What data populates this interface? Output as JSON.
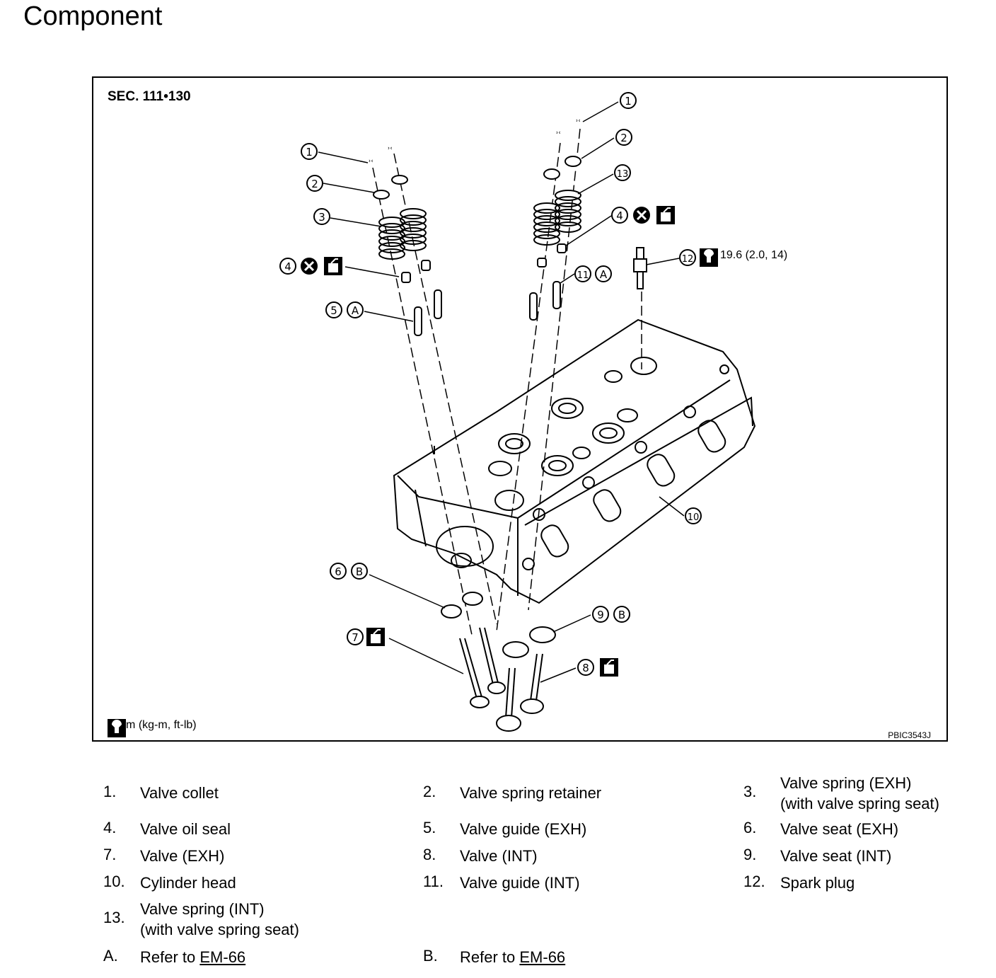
{
  "page": {
    "title": "Component"
  },
  "figure": {
    "section": "SEC. 111•130",
    "torque_key_text": ": N•m (kg-m, ft-lb)",
    "figure_code": "PBIC3543J",
    "spark_plug_torque": "19.6 (2.0, 14)",
    "callouts": [
      "1",
      "2",
      "3",
      "4",
      "5",
      "6",
      "7",
      "8",
      "9",
      "10",
      "11",
      "12",
      "13",
      "A",
      "B"
    ]
  },
  "legend": {
    "items": [
      {
        "num": "1.",
        "line1": "Valve collet"
      },
      {
        "num": "2.",
        "line1": "Valve spring retainer"
      },
      {
        "num": "3.",
        "line1": "Valve spring (EXH)",
        "line2": "(with valve spring seat)"
      },
      {
        "num": "4.",
        "line1": "Valve oil seal"
      },
      {
        "num": "5.",
        "line1": "Valve guide (EXH)"
      },
      {
        "num": "6.",
        "line1": "Valve seat (EXH)"
      },
      {
        "num": "7.",
        "line1": "Valve (EXH)"
      },
      {
        "num": "8.",
        "line1": "Valve (INT)"
      },
      {
        "num": "9.",
        "line1": "Valve seat (INT)"
      },
      {
        "num": "10.",
        "line1": "Cylinder head"
      },
      {
        "num": "11.",
        "line1": "Valve guide (INT)"
      },
      {
        "num": "12.",
        "line1": "Spark plug"
      },
      {
        "num": "13.",
        "line1": "Valve spring (INT)",
        "line2": "(with valve spring seat)"
      },
      {
        "num": "A.",
        "line1": "Refer to ",
        "link": "EM-66"
      },
      {
        "num": "B.",
        "line1": "Refer to ",
        "link": "EM-66"
      }
    ]
  }
}
